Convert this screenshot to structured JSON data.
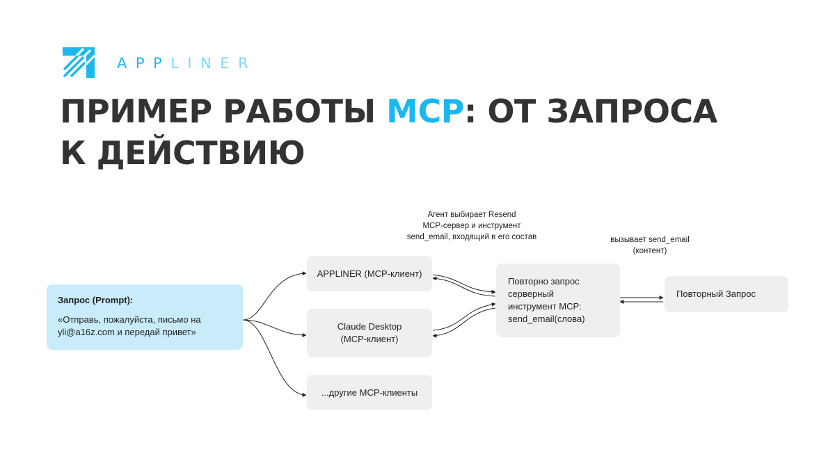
{
  "brand": {
    "name_part1": "APP",
    "name_part2": "LINER",
    "color": "#1ab8ef"
  },
  "title": {
    "part1": "ПРИМЕР РАБОТЫ ",
    "accent": "MCP",
    "part2": ": ОТ ЗАПРОСА",
    "line2": "К ДЕЙСТВИЮ"
  },
  "diagram": {
    "prompt": {
      "title": "Запрос (Prompt):",
      "line1": "«Отправь, пожалуйста, письмо на",
      "line2": "yli@a16z.com и передай привет»"
    },
    "clients": {
      "appliner": "APPLINER (MCP-клиент)",
      "claude_line1": "Claude Desktop",
      "claude_line2": "(MCP-клиент)",
      "others": "...другие MCP-клиенты"
    },
    "server_request": {
      "line1": "Повторно запрос",
      "line2": "серверный",
      "line3": "инструмент MCP:",
      "line4": "send_email(слова)"
    },
    "repeat_request": "Повторный Запрос",
    "note_agent": {
      "line1": "Агент выбирает Resend",
      "line2": "MCP-сервер и инструмент",
      "line3": "send_email, входящий в его состав"
    },
    "note_call": {
      "line1": "вызывает send_email",
      "line2": "(контент)"
    }
  }
}
